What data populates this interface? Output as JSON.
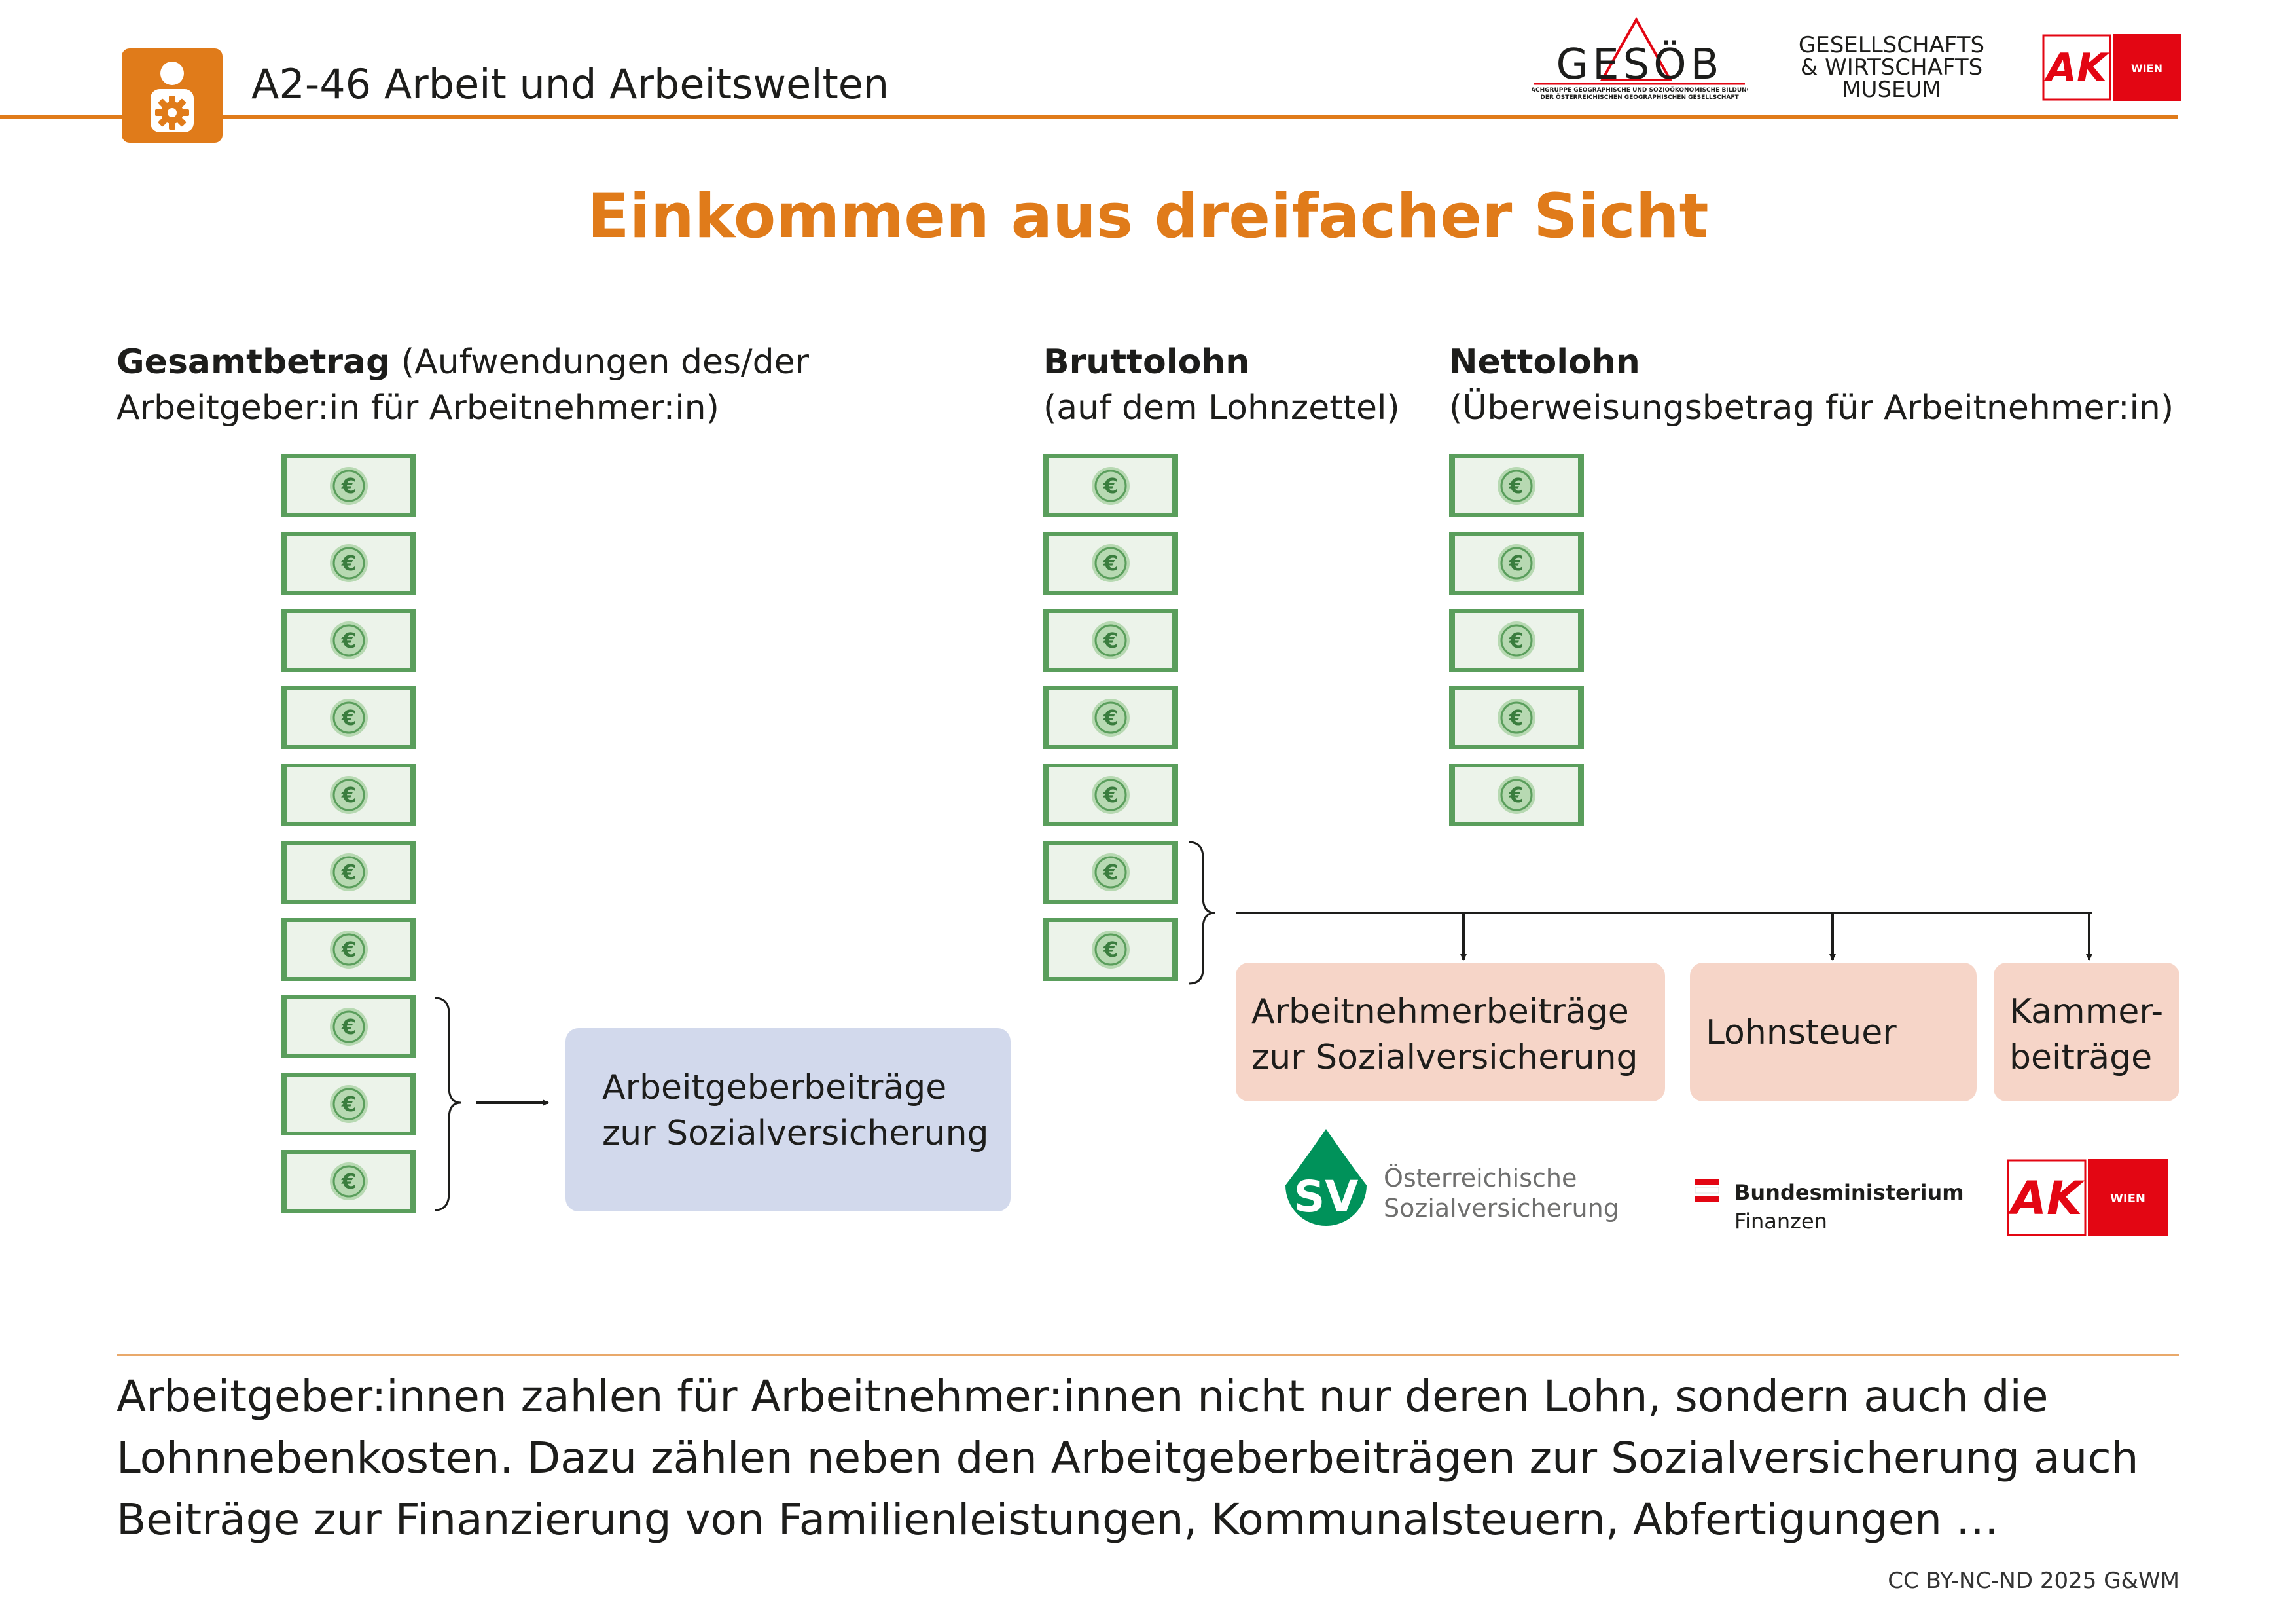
{
  "header": {
    "title": "A2-46 Arbeit und Arbeitswelten",
    "gesoeb_logo": "GESÖB",
    "gesoeb_sub1": "FACHGRUPPE GEOGRAPHISCHE UND SOZIOÖKONOMISCHE BILDUNG",
    "gesoeb_sub2": "DER ÖSTERREICHISCHEN GEOGRAPHISCHEN GESELLSCHAFT",
    "museum_line1": "GESELLSCHAFTS",
    "museum_line2": "& WIRTSCHAFTS",
    "museum_line3": "MUSEUM",
    "ak_logo": "AK",
    "ak_wien": "WIEN"
  },
  "title": "Einkommen aus dreifacher Sicht",
  "columns": {
    "gesamt": {
      "bold": "Gesamtbetrag",
      "rest1": " (Aufwendungen des/der",
      "line2": "Arbeitgeber:in für Arbeitnehmer:in)",
      "bills": 10
    },
    "brutto": {
      "bold": "Bruttolohn",
      "line2": "(auf dem Lohnzettel)",
      "bills": 7
    },
    "netto": {
      "bold": "Nettolohn",
      "line2": "(Überweisungsbetrag für Arbeitnehmer:in)",
      "bills": 5
    }
  },
  "currency_symbol": "€",
  "employer_box": {
    "line1": "Arbeitgeberbeiträge",
    "line2": "zur Sozialversicherung"
  },
  "deductions": [
    {
      "line1": "Arbeitnehmerbeiträge",
      "line2": "zur Sozialversicherung"
    },
    {
      "line1": "Lohnsteuer",
      "line2": ""
    },
    {
      "line1": "Kammer-",
      "line2": "beiträge"
    }
  ],
  "institutions": {
    "sv_badge": "SV",
    "sv_line1": "Österreichische",
    "sv_line2": "Sozialversicherung",
    "bmf_line1": "Bundesministerium",
    "bmf_line2": "Finanzen",
    "ak_logo": "AK",
    "ak_wien": "WIEN"
  },
  "colors": {
    "accent": "#e07b1a",
    "bill_green": "#5a9e5c",
    "employer_box": "#d2d9ec",
    "deduction_box": "#f6d5c8",
    "ak_red": "#e30613",
    "sv_green": "#00925a"
  },
  "bottom_text": {
    "line1": "Arbeitgeber:innen zahlen für Arbeitnehmer:innen nicht nur deren Lohn, sondern auch die",
    "line2": "Lohnnebenkosten. Dazu zählen neben den Arbeitgeberbeiträgen zur Sozialversicherung auch",
    "line3": "Beiträge zur Finanzierung von Familienleistungen, Kommunalsteuern, Abfertigungen …"
  },
  "license": "CC BY-NC-ND 2025 G&WM"
}
